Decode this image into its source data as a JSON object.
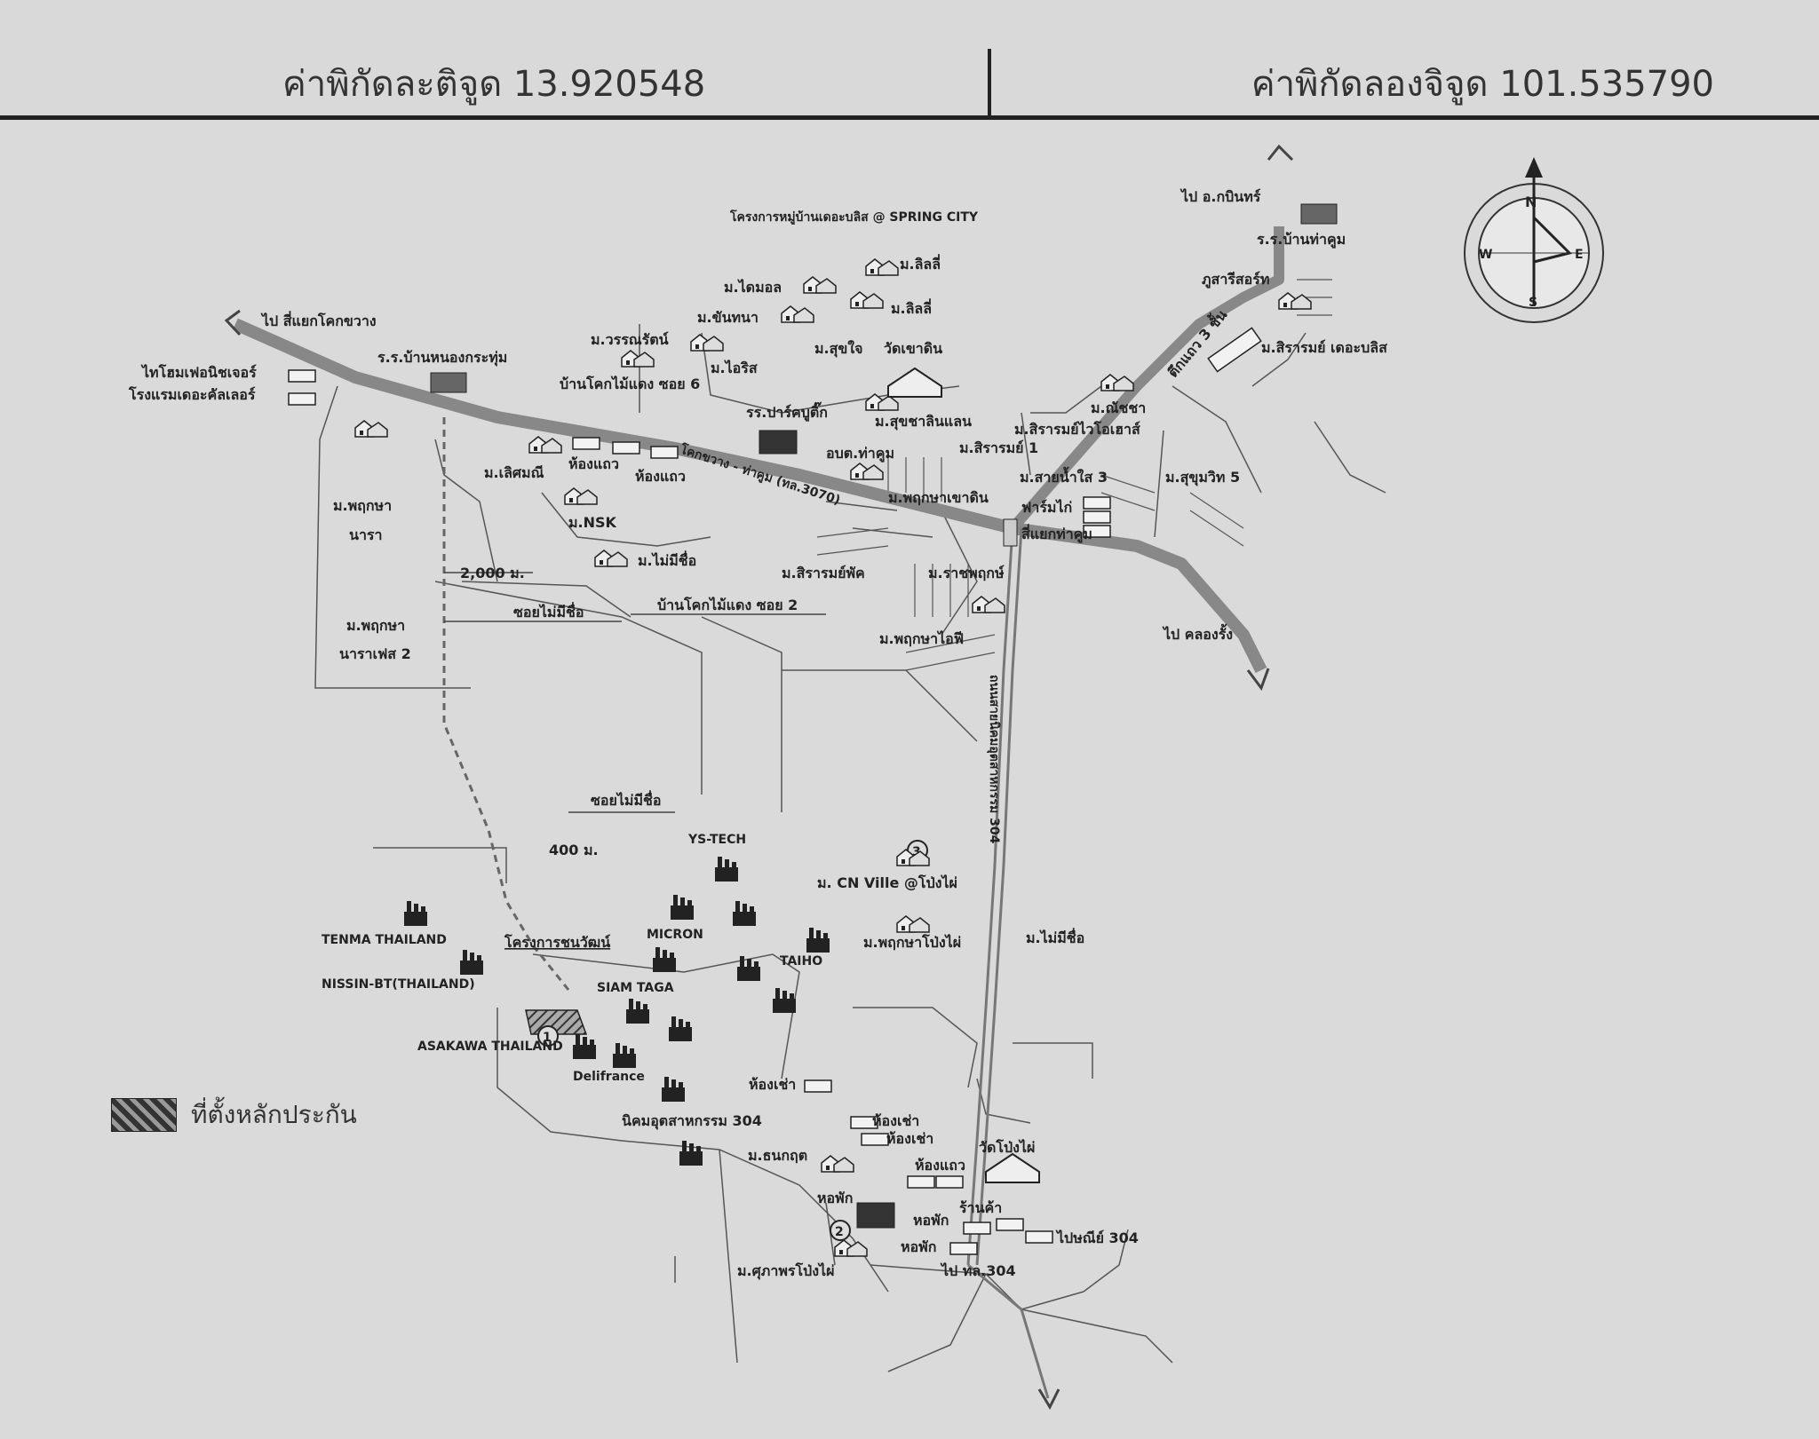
{
  "header": {
    "latitude_label": "ค่าพิกัดละติจูด 13.920548",
    "longitude_label": "ค่าพิกัดลองจิจูด 101.535790"
  },
  "legend": {
    "label": "ที่ตั้งหลักประกัน"
  },
  "compass": {
    "n": "N",
    "s": "S",
    "e": "E",
    "w": "W"
  },
  "markers": {
    "m1": "1",
    "m2": "2",
    "m3": "3"
  },
  "map_labels": {
    "to_khokkhwang": "ไป สี่แยกโคกขวาง",
    "to_kabin": "ไป อ.กบินทร์",
    "to_khlong": "ไป คลองรั้ง",
    "to_304": "ไป ทล.304",
    "school_banthakum": "ร.ร.บ้านท่าคูม",
    "spring_city": "โครงการหมู่บ้านเดอะบลิส @ SPRING CITY",
    "phusarisot": "ภูสารีสอร์ท",
    "shophouse3": "ตึกแถว 3 ชั้น",
    "sirarom_bliss": "ม.สิรารมย์ เดอะบลิส",
    "m_diamond": "ม.ไดมอล",
    "m_lilly1": "ม.ลิลลี่",
    "m_lilly2": "ม.ลิลลี่",
    "m_khanthana": "ม.ขันทนา",
    "m_sukjai": "ม.สุขใจ",
    "wat_khaodin": "วัดเขาดิน",
    "m_wannarat": "ม.วรรณรัตน์",
    "m_iris": "ม.ไอริส",
    "school_nongkrachum": "ร.ร.บ้านหนองกระทุ่ม",
    "ban_khok6": "บ้านโคกไม้แดง ซอย 6",
    "furniture": "ไทโฮมเฟอนิชเจอร์",
    "hotel": "โรงแรมเดอะคัลเลอร์",
    "park_school": "รร.ปาร์คบูติ๊ก",
    "m_sukchalin": "ม.สุขชาลินแลน",
    "road_3070": "โคกขวาง - ท่าคูม (ทล.3070)",
    "abt": "อบต.ท่าคูม",
    "m_sirarom1": "ม.สิรารมย์ 1",
    "m_sayanamsai": "ม.สายน้ำใส 3",
    "m_chaicha": "ม.ณัชชา",
    "m_sirarom_viohouse": "ม.สิรารมย์ไวโอเฮาส์",
    "m_sukhumvit": "ม.สุขุมวิท 5",
    "m_lertmani": "ม.เลิศมณี",
    "room_rent1": "ห้องแถว",
    "room_rent2": "ห้องแถว",
    "m_nsk": "ม.NSK",
    "m_phruksa_khaodin": "ม.พฤกษาเขาดิน",
    "farm": "ฟาร์มไก่",
    "junction_thakum": "สี่แยกท่าคูม",
    "m_phruksa_nara": "ม.พฤกษา",
    "nara": "นารา",
    "dist_2000": "2,000 ม.",
    "m_noname1": "ม.ไม่มีชื่อ",
    "m_sirarom_park": "ม.สิรารมย์พัค",
    "m_ratchaphruek": "ม.ราชพฤกษ์",
    "soi_noname1": "ซอยไม่มีชื่อ",
    "ban_khok2": "บ้านโคกไม้แดง ซอย 2",
    "m_phruksa_nara2": "ม.พฤกษา",
    "nara_phase2": "นาราเฟส 2",
    "m_phruksa_life": "ม.พฤกษาไอฟี",
    "road_304": "ถนนสายนิคมอุตสาหกรรม 304",
    "soi_noname2": "ซอยไม่มีชื่อ",
    "dist_400": "400 ม.",
    "ys_tech": "YS-TECH",
    "m_cn_ville": "ม. CN Ville @โป่งไผ่",
    "tenma": "TENMA THAILAND",
    "project": "โครงการชนวัฒน์",
    "micron": "MICRON",
    "taiho": "TAIHO",
    "m_phruksa_pongphai": "ม.พฤกษาโป่งไผ่",
    "m_noname2": "ม.ไม่มีชื่อ",
    "nissin": "NISSIN-BT(THAILAND)",
    "siam_taga": "SIAM TAGA",
    "asakawa": "ASAKAWA THAILAND",
    "delifrance": "Delifrance",
    "room_rent3": "ห้องเช่า",
    "estate_304": "นิคมอุตสาหกรรม 304",
    "room_rent4": "ห้องเช่า",
    "room_rent5": "ห้องเช่า",
    "m_thanakul": "ม.ธนกฤต",
    "wat_pongphai": "วัดโป่งไผ่",
    "room_rent6": "ห้องแถว",
    "dorm1": "หอพัก",
    "dorm2": "หอพัก",
    "shop": "ร้านค้า",
    "post_304": "ไปษณีย์ 304",
    "dorm3": "หอพัก",
    "m_supaporn": "ม.ศุภาพรโป่งไผ่"
  }
}
